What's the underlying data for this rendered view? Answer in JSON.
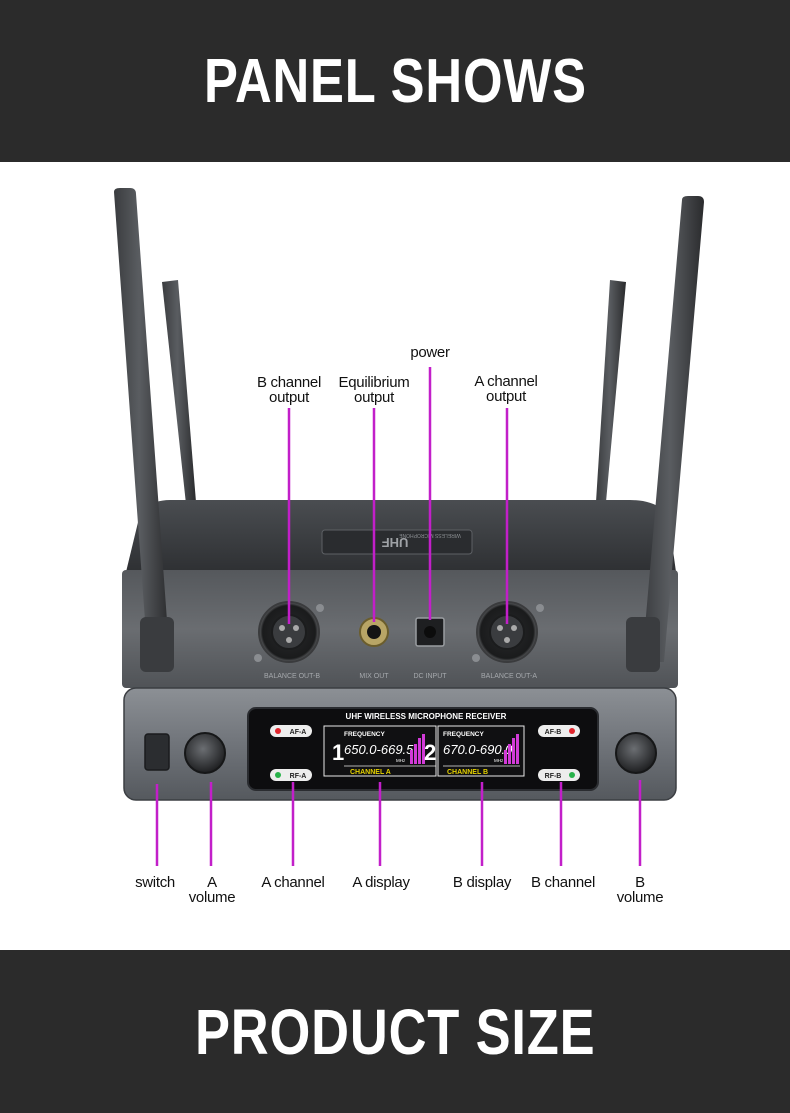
{
  "headers": {
    "top": "PANEL SHOWS",
    "bottom": "PRODUCT SIZE"
  },
  "colors": {
    "banner": "#2b2b2b",
    "callout_line": "#c21fc9",
    "lcd_accent": "#d23ad8"
  },
  "callouts_top": {
    "power": "power",
    "b_output_1": "B channel",
    "b_output_2": "output",
    "eq_output_1": "Equilibrium",
    "eq_output_2": "output",
    "a_output_1": "A channel",
    "a_output_2": "output"
  },
  "callouts_bottom": {
    "switch": "switch",
    "a_volume_1": "A",
    "a_volume_2": "volume",
    "a_channel": "A channel",
    "a_display": "A display",
    "b_display": "B display",
    "b_channel": "B channel",
    "b_volume_1": "B",
    "b_volume_2": "volume"
  },
  "device": {
    "top_label": "UHF",
    "top_sub": "WIRELESS MICROPHONE",
    "back_labels": {
      "out_b": "BALANCE  OUT-B",
      "mix": "MIX OUT",
      "dc": "DC  INPUT",
      "out_a": "BALANCE  OUT-A"
    },
    "front_title": "UHF WIRELESS MICROPHONE RECEIVER",
    "buttons": {
      "af_a": "AF-A",
      "rf_a": "RF-A",
      "af_b": "AF-B",
      "rf_b": "RF-B"
    },
    "lcd_a": {
      "number": "1",
      "heading": "FREQUENCY",
      "freq": "650.0-669.5",
      "unit": "MHz",
      "channel": "CHANNEL  A"
    },
    "lcd_b": {
      "number": "2",
      "heading": "FREQUENCY",
      "freq": "670.0-690.0",
      "unit": "MHz",
      "channel": "CHANNEL  B"
    }
  }
}
